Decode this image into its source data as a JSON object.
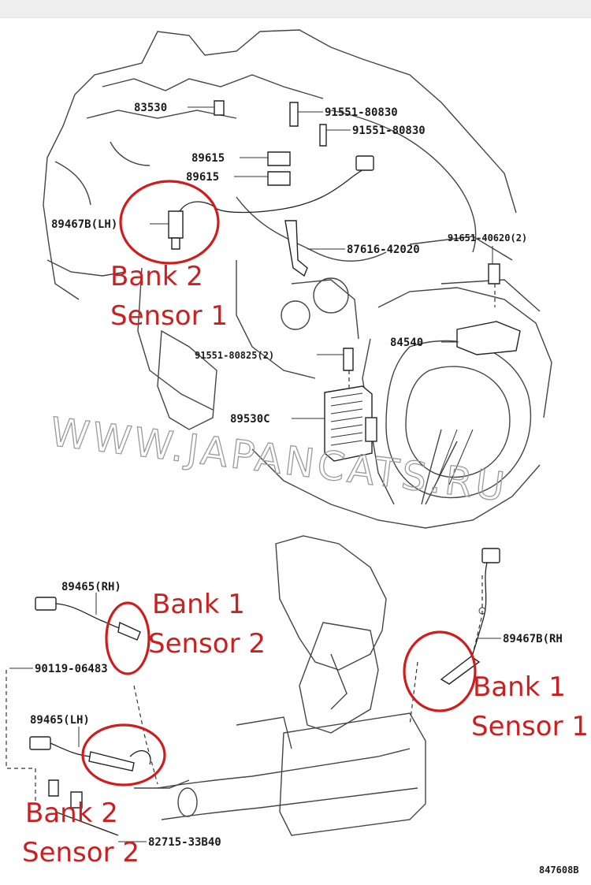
{
  "watermark": "WWW.JAPANCATS.RU",
  "figure_id": "847608B",
  "parts": {
    "p83530": "83530",
    "p91551_80830_a": "91551-80830",
    "p91551_80830_b": "91551-80830",
    "p89615_a": "89615",
    "p89615_b": "89615",
    "p89467B_LH": "89467B(LH)",
    "p87616_42020": "87616-42020",
    "p91651_40620": "91651-40620(2)",
    "p84540": "84540",
    "p91551_80825": "91551-80825(2)",
    "p89530C": "89530C",
    "p89465_RH": "89465(RH)",
    "p90119_06483": "90119-06483",
    "p89467B_RH": "89467B(RH",
    "p89465_LH": "89465(LH)",
    "p82715_33B40": "82715-33B40"
  },
  "sensor_labels": {
    "b2s1": {
      "line1": "Bank 2",
      "line2": "Sensor 1"
    },
    "b1s2": {
      "line1": "Bank 1",
      "line2": "Sensor 2"
    },
    "b1s1": {
      "line1": "Bank 1",
      "line2": "Sensor 1"
    },
    "b2s2": {
      "line1": "Bank 2",
      "line2": "Sensor 2"
    }
  },
  "colors": {
    "annotation_red": "#cc1f1f",
    "line_art": "#222222",
    "background": "#ffffff"
  }
}
